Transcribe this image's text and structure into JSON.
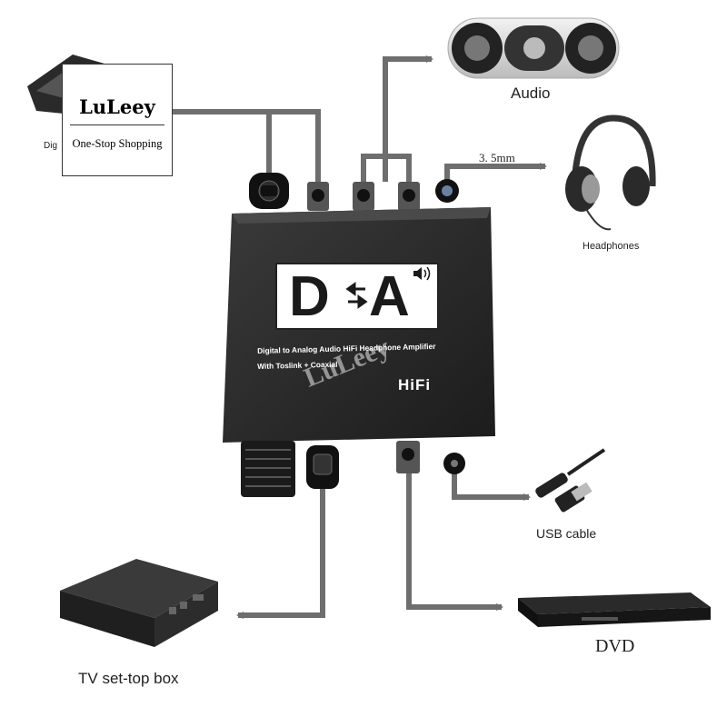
{
  "brand": {
    "name": "LuLeey",
    "tagline": "One-Stop Shopping",
    "watermark": "LuLeey"
  },
  "device": {
    "logo_left": "D",
    "logo_right": "A",
    "line1": "Digital to Analog Audio HiFi Headphone Amplifier",
    "line2": "With Toslink + Coaxial",
    "hifi": "HiFi"
  },
  "labels": {
    "digital_partial": "Dig",
    "audio": "Audio",
    "jack": "3. 5mm",
    "headphones": "Headphones",
    "usb": "USB cable",
    "dvd": "DVD",
    "tv_box": "TV set-top box"
  },
  "colors": {
    "arrow": "#6e6e6e",
    "device": "#2b2b2b",
    "logo_bg": "#ffffff"
  }
}
